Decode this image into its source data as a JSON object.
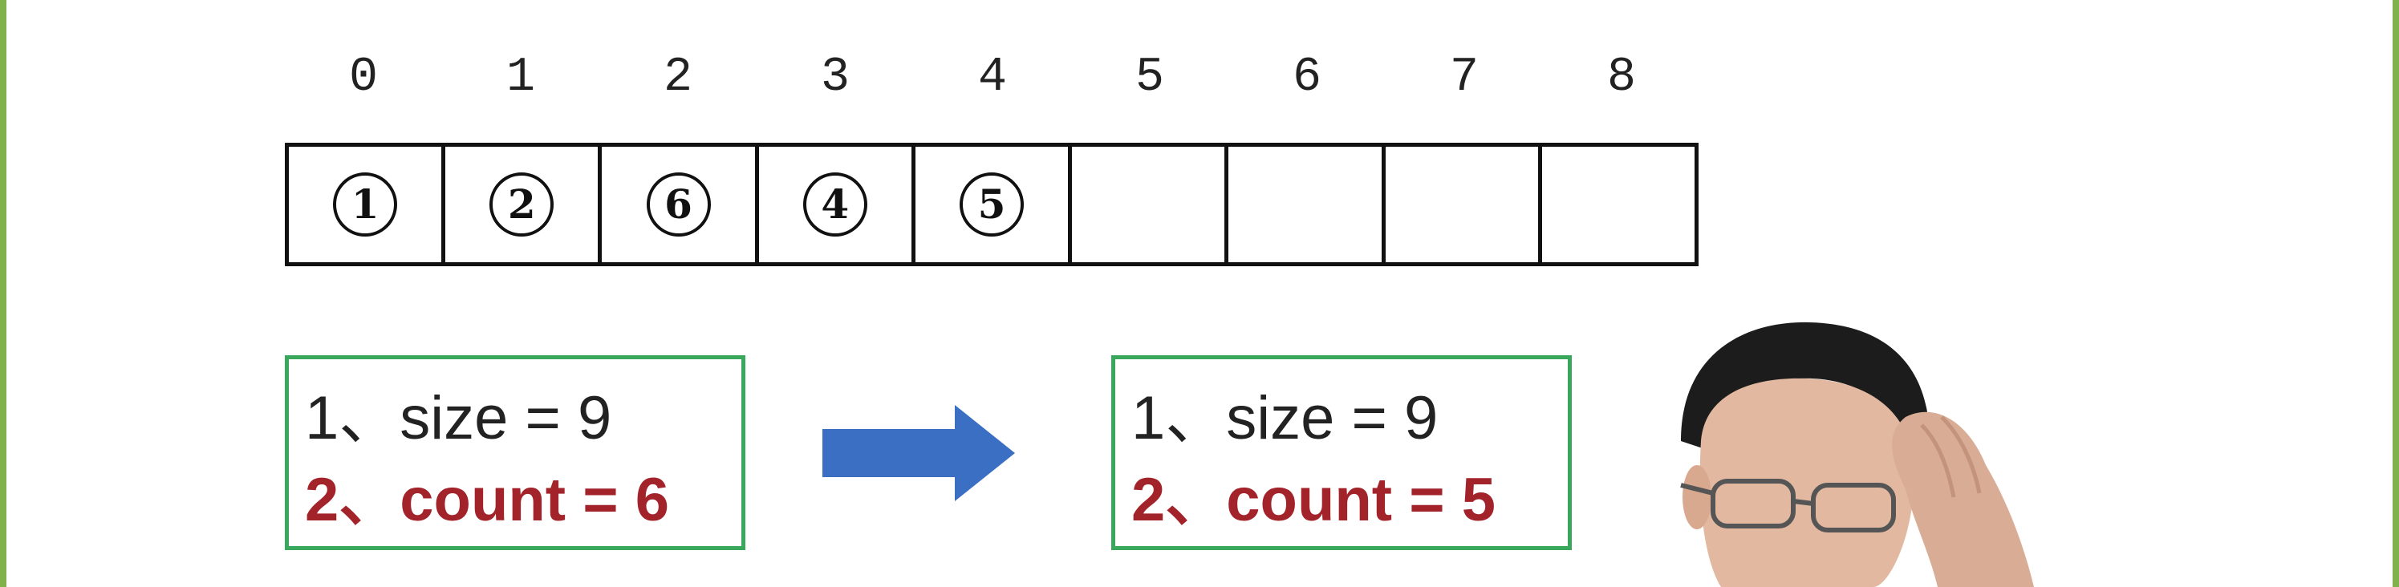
{
  "array": {
    "indices": [
      "0",
      "1",
      "2",
      "3",
      "4",
      "5",
      "6",
      "7",
      "8"
    ],
    "cells": [
      "1",
      "2",
      "6",
      "4",
      "5",
      "",
      "",
      "",
      ""
    ]
  },
  "before": {
    "line1": "1、size = 9",
    "line2": "2、count = 6"
  },
  "after": {
    "line1": "1、size = 9",
    "line2": "2、count = 5"
  },
  "colors": {
    "box_border": "#3aa85c",
    "count_text": "#a3232b",
    "arrow": "#3a6fc4",
    "side_bar": "#7fb24a"
  }
}
